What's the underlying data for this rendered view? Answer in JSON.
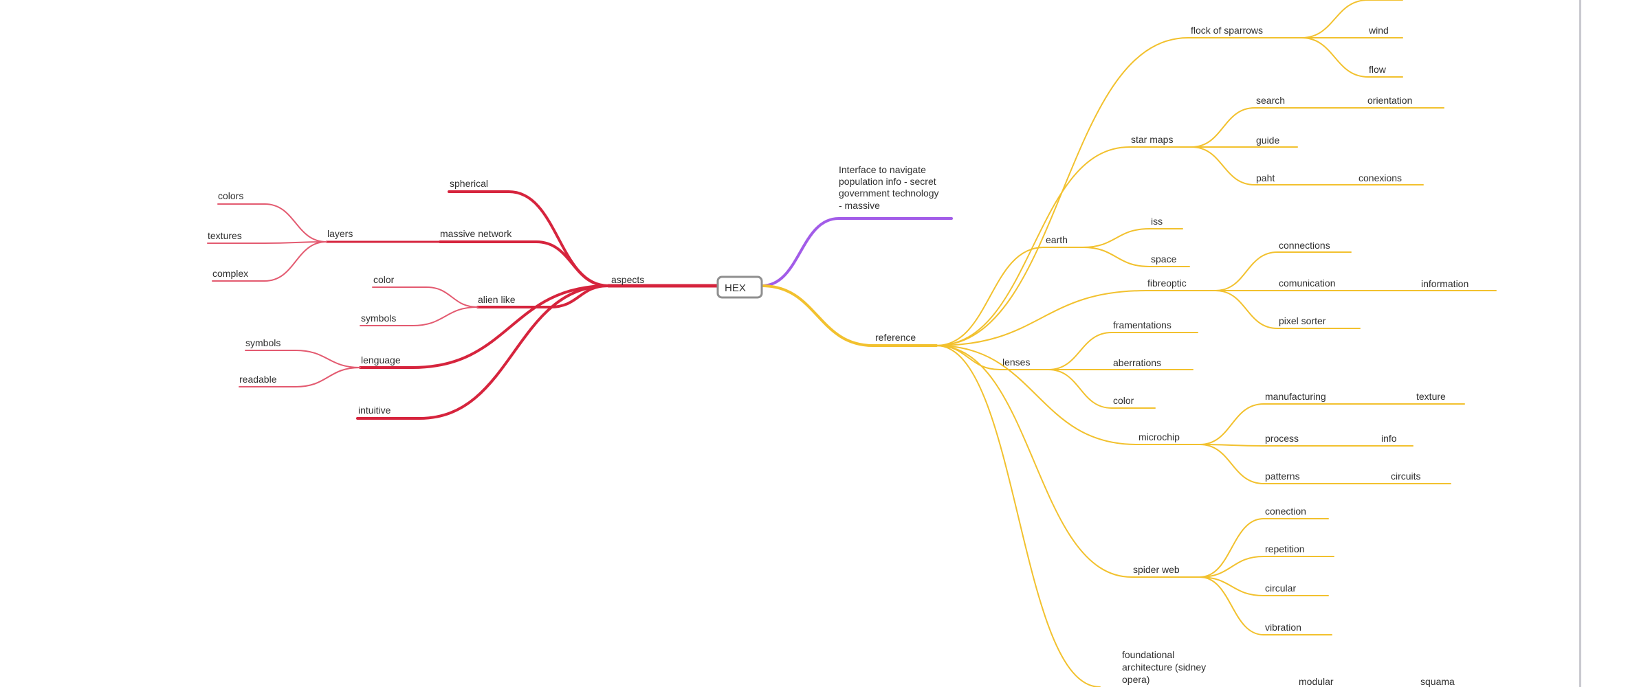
{
  "colors": {
    "aspects": "#d6243d",
    "aspects_light": "#e35a70",
    "note": "#a25ce8",
    "reference": "#f2c12e",
    "root_border": "#8f8f8f",
    "divider": "#c9c9cf"
  },
  "mindmap": {
    "root": "HEX",
    "aspects": {
      "label": "aspects",
      "spherical": "spherical",
      "massive_network": "massive network",
      "layers": "layers",
      "colors": "colors",
      "textures": "textures",
      "complex": "complex",
      "alien_like": "alien like",
      "alien_color": "color",
      "alien_symbols": "symbols",
      "lenguage": "lenguage",
      "lang_symbols": "symbols",
      "readable": "readable",
      "intuitive": "intuitive"
    },
    "note": {
      "line1": "Interface to navigate",
      "line2": "population info - secret",
      "line3": "government technology",
      "line4": "- massive"
    },
    "reference": {
      "label": "reference",
      "flock": "flock of sparrows",
      "wind": "wind",
      "flow": "flow",
      "star_maps": "star maps",
      "search": "search",
      "orientation": "orientation",
      "guide": "guide",
      "paht": "paht",
      "conexions": "conexions",
      "earth": "earth",
      "iss": "iss",
      "space": "space",
      "fibreoptic": "fibreoptic",
      "connections": "connections",
      "comunication": "comunication",
      "information": "information",
      "pixel_sorter": "pixel sorter",
      "lenses": "lenses",
      "framentations": "framentations",
      "aberrations": "aberrations",
      "lens_color": "color",
      "microchip": "microchip",
      "manufacturing": "manufacturing",
      "texture": "texture",
      "process": "process",
      "info": "info",
      "patterns": "patterns",
      "circuits": "circuits",
      "spider_web": "spider web",
      "conection": "conection",
      "repetition": "repetition",
      "circular": "circular",
      "vibration": "vibration",
      "foundational_1": "foundational",
      "foundational_2": "architecture (sidney",
      "foundational_3": "opera)",
      "modular": "modular",
      "squama": "squama"
    }
  }
}
